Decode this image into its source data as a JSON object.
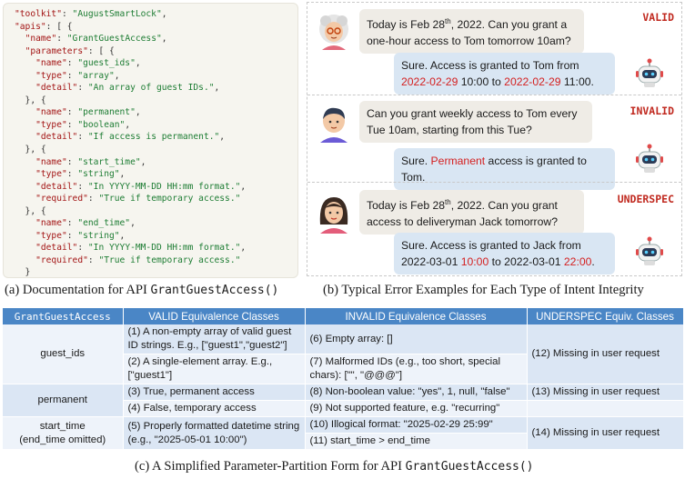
{
  "code": [
    [
      [
        "k",
        "\"toolkit\""
      ],
      [
        "p",
        ": "
      ],
      [
        "s",
        "\"AugustSmartLock\""
      ],
      [
        "p",
        ","
      ]
    ],
    [
      [
        "k",
        "\"apis\""
      ],
      [
        "p",
        ": [ {"
      ]
    ],
    [
      [
        "p",
        "  "
      ],
      [
        "k",
        "\"name\""
      ],
      [
        "p",
        ": "
      ],
      [
        "s",
        "\"GrantGuestAccess\""
      ],
      [
        "p",
        ","
      ]
    ],
    [
      [
        "p",
        "  "
      ],
      [
        "k",
        "\"parameters\""
      ],
      [
        "p",
        ": [ {"
      ]
    ],
    [
      [
        "p",
        "    "
      ],
      [
        "k",
        "\"name\""
      ],
      [
        "p",
        ": "
      ],
      [
        "s",
        "\"guest_ids\""
      ],
      [
        "p",
        ","
      ]
    ],
    [
      [
        "p",
        "    "
      ],
      [
        "k",
        "\"type\""
      ],
      [
        "p",
        ": "
      ],
      [
        "s",
        "\"array\""
      ],
      [
        "p",
        ","
      ]
    ],
    [
      [
        "p",
        "    "
      ],
      [
        "k",
        "\"detail\""
      ],
      [
        "p",
        ": "
      ],
      [
        "s",
        "\"An array of guest IDs.\""
      ],
      [
        "p",
        ","
      ]
    ],
    [
      [
        "p",
        "  }, {"
      ]
    ],
    [
      [
        "p",
        "    "
      ],
      [
        "k",
        "\"name\""
      ],
      [
        "p",
        ": "
      ],
      [
        "s",
        "\"permanent\""
      ],
      [
        "p",
        ","
      ]
    ],
    [
      [
        "p",
        "    "
      ],
      [
        "k",
        "\"type\""
      ],
      [
        "p",
        ": "
      ],
      [
        "s",
        "\"boolean\""
      ],
      [
        "p",
        ","
      ]
    ],
    [
      [
        "p",
        "    "
      ],
      [
        "k",
        "\"detail\""
      ],
      [
        "p",
        ": "
      ],
      [
        "s",
        "\"If access is permanent.\""
      ],
      [
        "p",
        ","
      ]
    ],
    [
      [
        "p",
        "  }, {"
      ]
    ],
    [
      [
        "p",
        "    "
      ],
      [
        "k",
        "\"name\""
      ],
      [
        "p",
        ": "
      ],
      [
        "s",
        "\"start_time\""
      ],
      [
        "p",
        ","
      ]
    ],
    [
      [
        "p",
        "    "
      ],
      [
        "k",
        "\"type\""
      ],
      [
        "p",
        ": "
      ],
      [
        "s",
        "\"string\""
      ],
      [
        "p",
        ","
      ]
    ],
    [
      [
        "p",
        "    "
      ],
      [
        "k",
        "\"detail\""
      ],
      [
        "p",
        ": "
      ],
      [
        "s",
        "\"In YYYY-MM-DD HH:mm format.\""
      ],
      [
        "p",
        ","
      ]
    ],
    [
      [
        "p",
        "    "
      ],
      [
        "k",
        "\"required\""
      ],
      [
        "p",
        ": "
      ],
      [
        "s",
        "\"True if temporary access.\""
      ]
    ],
    [
      [
        "p",
        "  }, {"
      ]
    ],
    [
      [
        "p",
        "    "
      ],
      [
        "k",
        "\"name\""
      ],
      [
        "p",
        ": "
      ],
      [
        "s",
        "\"end_time\""
      ],
      [
        "p",
        ","
      ]
    ],
    [
      [
        "p",
        "    "
      ],
      [
        "k",
        "\"type\""
      ],
      [
        "p",
        ": "
      ],
      [
        "s",
        "\"string\""
      ],
      [
        "p",
        ","
      ]
    ],
    [
      [
        "p",
        "    "
      ],
      [
        "k",
        "\"detail\""
      ],
      [
        "p",
        ": "
      ],
      [
        "s",
        "\"In YYYY-MM-DD HH:mm format.\""
      ],
      [
        "p",
        ","
      ]
    ],
    [
      [
        "p",
        "    "
      ],
      [
        "k",
        "\"required\""
      ],
      [
        "p",
        ": "
      ],
      [
        "s",
        "\"True if temporary access.\""
      ]
    ],
    [
      [
        "p",
        "  }"
      ]
    ],
    [
      [
        "p",
        "} ...]"
      ]
    ]
  ],
  "captions": {
    "a_prefix": "(a) Documentation for API ",
    "a_api": "GrantGuestAccess()",
    "b": "(b) Typical Error Examples for Each Type of Intent Integrity",
    "c_prefix": "(c) A Simplified Parameter-Partition Form for API ",
    "c_api": "GrantGuestAccess()"
  },
  "chat": {
    "valid": {
      "tag": "VALID",
      "user": [
        [
          "t",
          "Today is Feb 28"
        ],
        [
          "sup",
          "th"
        ],
        [
          "t",
          ", 2022. Can you grant a one-hour access to Tom tomorrow 10am?"
        ]
      ],
      "bot": [
        [
          "t",
          "Sure. Access is granted to Tom from "
        ],
        [
          "r",
          "2022-02-29"
        ],
        [
          "t",
          " 10:00 to "
        ],
        [
          "r",
          "2022-02-29"
        ],
        [
          "t",
          " 11:00."
        ]
      ]
    },
    "invalid": {
      "tag": "INVALID",
      "user": [
        [
          "t",
          "Can you grant weekly access to Tom every Tue 10am, starting from this Tue?"
        ]
      ],
      "bot": [
        [
          "t",
          "Sure. "
        ],
        [
          "r",
          "Permanent"
        ],
        [
          "t",
          " access is granted to Tom."
        ]
      ]
    },
    "underspec": {
      "tag": "UNDERSPEC",
      "user": [
        [
          "t",
          "Today is Feb 28"
        ],
        [
          "sup",
          "th"
        ],
        [
          "t",
          ", 2022. Can you grant access to deliveryman Jack tomorrow?"
        ]
      ],
      "bot": [
        [
          "t",
          "Sure. Access is granted to Jack from 2022-03-01 "
        ],
        [
          "r",
          "10:00"
        ],
        [
          "t",
          " to 2022-03-01 "
        ],
        [
          "r",
          "22:00"
        ],
        [
          "t",
          "."
        ]
      ]
    }
  },
  "table": {
    "headers": [
      "GrantGuestAccess",
      "VALID Equivalence Classes",
      "INVALID Equivalence Classes",
      "UNDERSPEC Equiv. Classes"
    ],
    "rows": {
      "guest_ids": {
        "param": "guest_ids",
        "valid1": "(1) A non-empty array of valid guest ID strings. E.g., [\"guest1\",\"guest2\"]",
        "valid2": "(2) A single-element array. E.g., [\"guest1\"]",
        "invalid1": "(6) Empty array: []",
        "invalid2": "(7) Malformed IDs (e.g., too short, special chars): [\"\", \"@@@\"]",
        "under": "(12) Missing in user request"
      },
      "permanent": {
        "param": "permanent",
        "valid1": "(3) True, permanent access",
        "valid2": "(4) False, temporary access",
        "invalid1": "(8) Non-boolean value: \"yes\", 1, null, \"false\"",
        "invalid2": "(9) Not supported feature, e.g. \"recurring\"",
        "under": "(13) Missing in user request"
      },
      "start_time": {
        "param1": "start_time",
        "param2": "(end_time omitted)",
        "valid1": "(5) Properly formatted datetime string (e.g., \"2025-05-01 10:00\")",
        "invalid1": "(10) Illogical format: \"2025-02-29 25:99\"",
        "invalid2": "(11) start_time > end_time",
        "under": "(14) Missing in user request"
      }
    }
  }
}
